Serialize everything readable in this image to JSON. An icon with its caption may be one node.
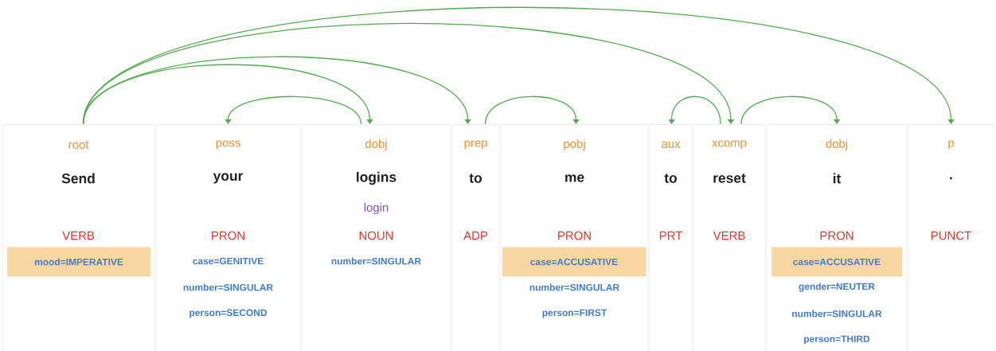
{
  "diagram": {
    "nodes": [
      {
        "text": [
          "root",
          "Send",
          "VERB"
        ]
      },
      {
        "text": [
          "mood=IMPERATIVE"
        ],
        "in": 0
      },
      {
        "text": [
          "poss",
          "your",
          "PRON",
          "case=GENITIVE",
          "number=SINGULAR",
          "person=SECOND"
        ]
      },
      {
        "text": [
          "dobj",
          "logins",
          "login",
          "NOUN",
          "number=SINGULAR"
        ]
      },
      {
        "text": [
          "prep",
          "to",
          "ADP"
        ]
      },
      {
        "text": [
          "pobj",
          "me",
          "PRON",
          "number=SINGULAR",
          "person=FIRST"
        ]
      },
      {
        "text": [
          "case=ACCUSATIVE"
        ],
        "in": 5
      },
      {
        "text": [
          "aux",
          "to",
          "PRT"
        ]
      },
      {
        "text": [
          "xcomp",
          "reset",
          "VERB"
        ]
      },
      {
        "text": [
          "dobj",
          "it",
          "PRON",
          "gender=NEUTER",
          "number=SINGULAR",
          "person=THIRD"
        ]
      },
      {
        "text": [
          "case=ACCUSATIVE"
        ],
        "in": 9
      },
      {
        "text": [
          "p",
          ".",
          "PUNCT"
        ]
      }
    ],
    "edges": [
      {
        "from": 0,
        "to": 3,
        "arrow": "to"
      },
      {
        "from": 0,
        "to": 4,
        "arrow": "to"
      },
      {
        "from": 0,
        "to": 8,
        "arrow": "to"
      },
      {
        "from": 0,
        "to": 11,
        "arrow": "to"
      },
      {
        "from": 3,
        "to": 2,
        "arrow": "to"
      },
      {
        "from": 4,
        "to": 5,
        "arrow": "to"
      },
      {
        "from": 8,
        "to": 7,
        "arrow": "to"
      },
      {
        "from": 8,
        "to": 9,
        "arrow": "to"
      }
    ]
  }
}
